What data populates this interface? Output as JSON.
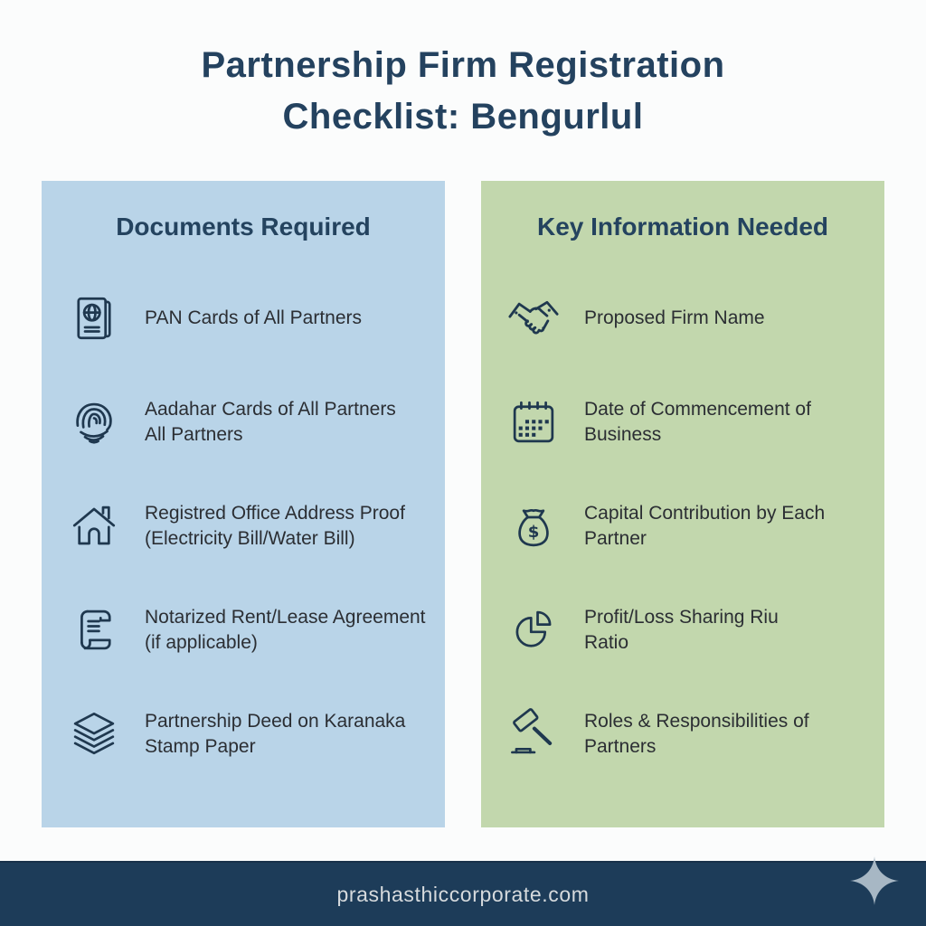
{
  "title": {
    "line1": "Partnership Firm Registration",
    "line2": "Checklist: Bengurlul",
    "color": "#24425f"
  },
  "columns": [
    {
      "header": "Documents Required",
      "background": "#b9d4e8",
      "items": [
        {
          "icon": "passport-icon",
          "text": "PAN Cards of All Partners"
        },
        {
          "icon": "fingerprint-icon",
          "text": "Aadahar Cards of All Partners\nAll Partners"
        },
        {
          "icon": "house-icon",
          "text": "Registred Office Address Proof\n(Electricity Bill/Water Bill)"
        },
        {
          "icon": "scroll-icon",
          "text": "Notarized Rent/Lease Agreement\n(if applicable)"
        },
        {
          "icon": "layers-icon",
          "text": "Partnership Deed on Karanaka\nStamp Paper"
        }
      ]
    },
    {
      "header": "Key Information Needed",
      "background": "#c2d7ad",
      "items": [
        {
          "icon": "handshake-icon",
          "text": "Proposed Firm Name"
        },
        {
          "icon": "calendar-icon",
          "text": "Date of Commencement of\nBusiness"
        },
        {
          "icon": "money-bag-icon",
          "text": "Capital Contribution by Each\nPartner"
        },
        {
          "icon": "pie-chart-icon",
          "text": "Profit/Loss Sharing Riu\nRatio"
        },
        {
          "icon": "gavel-icon",
          "text": "Roles & Responsibilities of\nPartners"
        }
      ]
    }
  ],
  "footer": {
    "website": "prashasthiccorporate.com",
    "background": "#1d3c59",
    "text_color": "#d6dadd",
    "icon": "sparkle-icon",
    "icon_color": "#a7b7c4"
  },
  "icon_color": "#1f384f"
}
